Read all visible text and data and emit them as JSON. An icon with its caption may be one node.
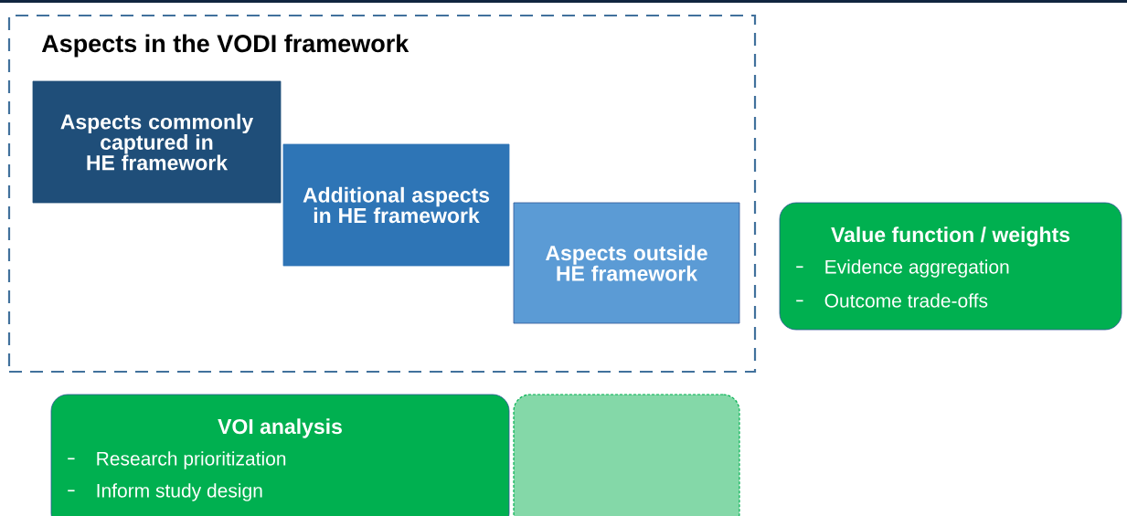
{
  "diagram": {
    "nodes": [
      {
        "text": [
          "Aspects in the VODI framework"
        ]
      },
      {
        "text": [
          "Aspects commonly captured in HE framework"
        ],
        "in": 0
      },
      {
        "text": [
          "Additional aspects in HE framework"
        ],
        "in": 0
      },
      {
        "text": [
          "Aspects outside HE framework"
        ],
        "in": 0
      },
      {
        "text": [
          "Value function / weights",
          "Evidence aggregation",
          "Outcome trade-offs"
        ]
      },
      {
        "text": [
          "VOI analysis",
          "Research prioritization",
          "Inform study design"
        ]
      },
      {
        "text": [],
        "shape": "box"
      }
    ],
    "edges": []
  }
}
